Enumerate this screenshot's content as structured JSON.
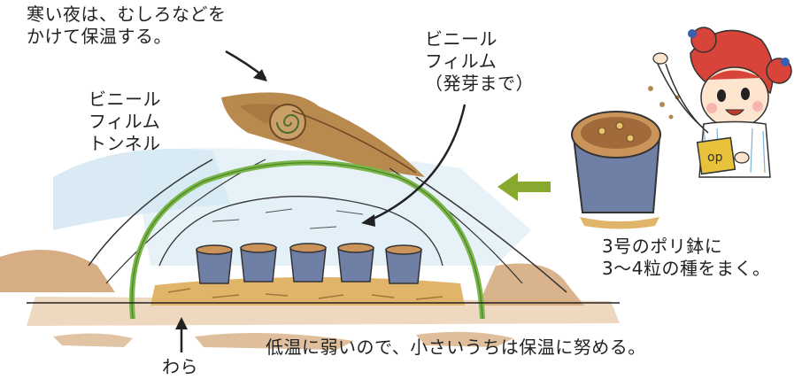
{
  "labels": {
    "cold_night": {
      "line1": "寒い夜は、むしろなどを",
      "line2": "かけて保温する。"
    },
    "vinyl_film": {
      "line1": "ビニール",
      "line2": "フィルム",
      "line3": "（発芽まで）"
    },
    "tunnel": {
      "line1": "ビニール",
      "line2": "フィルム",
      "line3": "トンネル"
    },
    "pot": {
      "line1": "3号のポリ鉢に",
      "line2": "3～4粒の種をまく。"
    },
    "straw": "わら",
    "bottom_note": "低温に弱いので、小さいうちは保温に努める。"
  },
  "seed_packet_text": "op",
  "colors": {
    "soil": "#c9935a",
    "straw": "#e0b56a",
    "hoop": "#7ab648",
    "film": "#b9d8ec",
    "pot": "#6f7fa6",
    "arrow_green": "#86a92e",
    "mat": "#b98a4e",
    "ink": "#222222"
  }
}
